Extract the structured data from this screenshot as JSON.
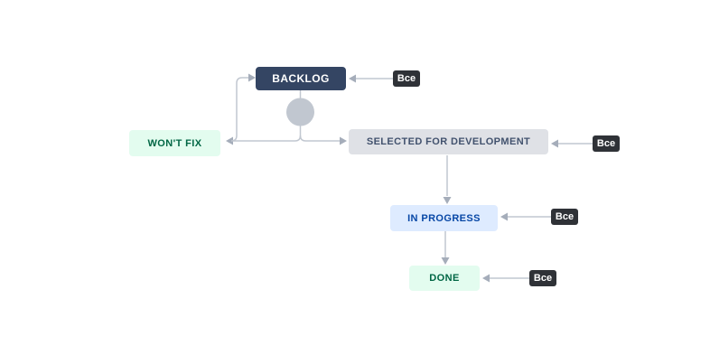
{
  "theme": {
    "canvas-bg": "#ffffff",
    "line-color": "#C1C7D0",
    "arrow-color": "#A5ADBA",
    "badge-bg": "#2f3237",
    "badge-text": "#ffffff",
    "start-node": "#C1C7D0",
    "backlog-bg": "#344563",
    "backlog-text": "#ffffff",
    "green-bg": "#E3FCEF",
    "green-text": "#006644",
    "gray-bg": "#DFE1E6",
    "gray-text": "#42526E",
    "blue-bg": "#DEEBFF",
    "blue-text": "#0747A6"
  },
  "diagram": {
    "nodes": {
      "backlog": {
        "label": "BACKLOG",
        "color": "#344563"
      },
      "wont_fix": {
        "label": "WON'T FIX",
        "color": "#E3FCEF"
      },
      "selected": {
        "label": "SELECTED FOR DEVELOPMENT",
        "color": "#DFE1E6"
      },
      "in_progress": {
        "label": "IN PROGRESS",
        "color": "#DEEBFF"
      },
      "done": {
        "label": "DONE",
        "color": "#E3FCEF"
      }
    },
    "transition_badges": {
      "to_backlog": {
        "label": "Все"
      },
      "to_selected": {
        "label": "Все"
      },
      "to_in_progress": {
        "label": "Все"
      },
      "to_done": {
        "label": "Все"
      }
    }
  }
}
